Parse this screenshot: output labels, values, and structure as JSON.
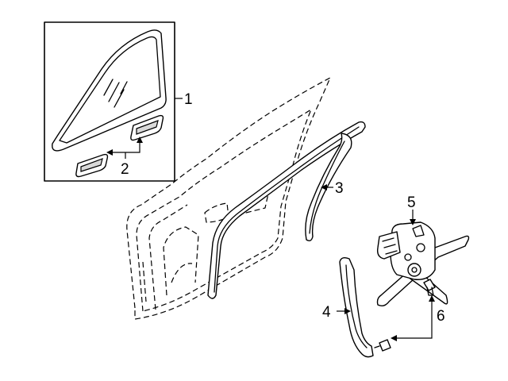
{
  "callouts": [
    {
      "id": "1",
      "label": "1"
    },
    {
      "id": "2",
      "label": "2"
    },
    {
      "id": "3",
      "label": "3"
    },
    {
      "id": "4",
      "label": "4"
    },
    {
      "id": "5",
      "label": "5"
    },
    {
      "id": "6",
      "label": "6"
    }
  ],
  "colors": {
    "line": "#000000",
    "background": "#ffffff",
    "shade": "#d9d9d9"
  }
}
